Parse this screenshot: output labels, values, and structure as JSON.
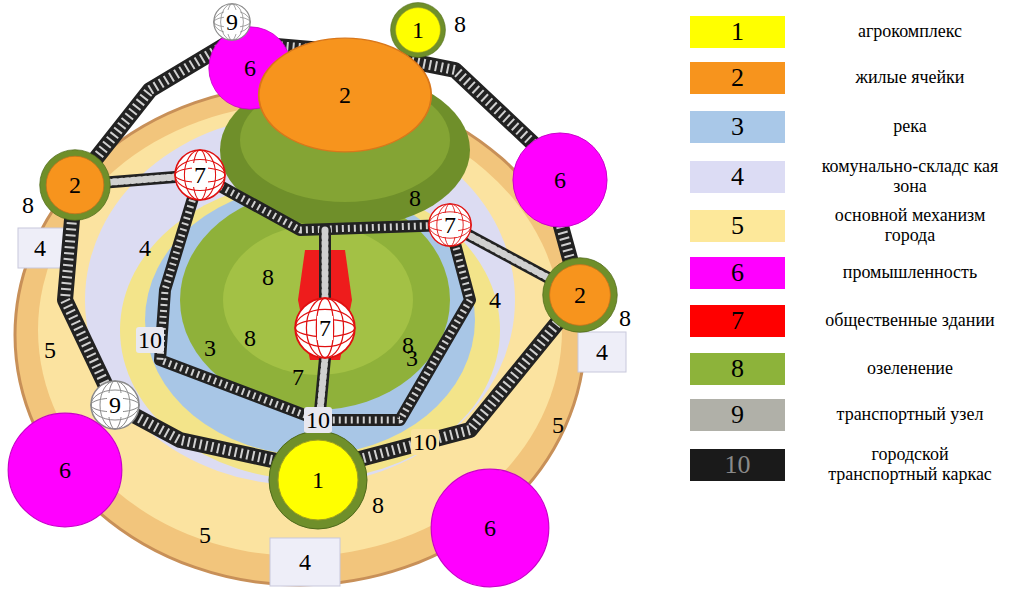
{
  "diagram": {
    "nodes": [
      {
        "text": [
          "6"
        ]
      },
      {
        "text": [
          "9"
        ]
      },
      {
        "text": [
          "1"
        ]
      },
      {
        "text": [
          "2"
        ]
      },
      {
        "text": [
          "6"
        ]
      },
      {
        "text": [
          "2"
        ]
      },
      {
        "text": [
          "7"
        ]
      },
      {
        "text": [
          "7"
        ]
      },
      {
        "text": [
          "2"
        ]
      },
      {
        "text": [
          "7"
        ]
      },
      {
        "text": [
          "9"
        ]
      },
      {
        "text": [
          "6"
        ]
      },
      {
        "text": [
          "1"
        ]
      },
      {
        "text": [
          "6"
        ]
      }
    ],
    "labels": [
      "8",
      "8",
      "4",
      "4",
      "8",
      "8",
      "8",
      "8",
      "4",
      "8",
      "4",
      "3",
      "3",
      "7",
      "10",
      "5",
      "10",
      "10",
      "5",
      "8",
      "5",
      "4",
      "1",
      "2",
      "3",
      "4",
      "5",
      "6",
      "7",
      "8",
      "9",
      "10"
    ],
    "legend": [
      {
        "text": "агрокомплекс",
        "color": "#ffff00"
      },
      {
        "text": "жилые ячейки",
        "color": "#f7941d"
      },
      {
        "text": "река",
        "color": "#a9c8e8"
      },
      {
        "text": "комунально-складс кая зона",
        "color": "#dcdcf4"
      },
      {
        "text": "основной механизм города",
        "color": "#fde89a"
      },
      {
        "text": "промышленность",
        "color": "#ff00ff"
      },
      {
        "text": "общественные здании",
        "color": "#ff0000"
      },
      {
        "text": "озеленение",
        "color": "#8db33a"
      },
      {
        "text": "транспортный узел",
        "color": "#b0b0a8"
      },
      {
        "text": "городской транспортный каркас",
        "color": "#1a1a1a"
      }
    ]
  }
}
